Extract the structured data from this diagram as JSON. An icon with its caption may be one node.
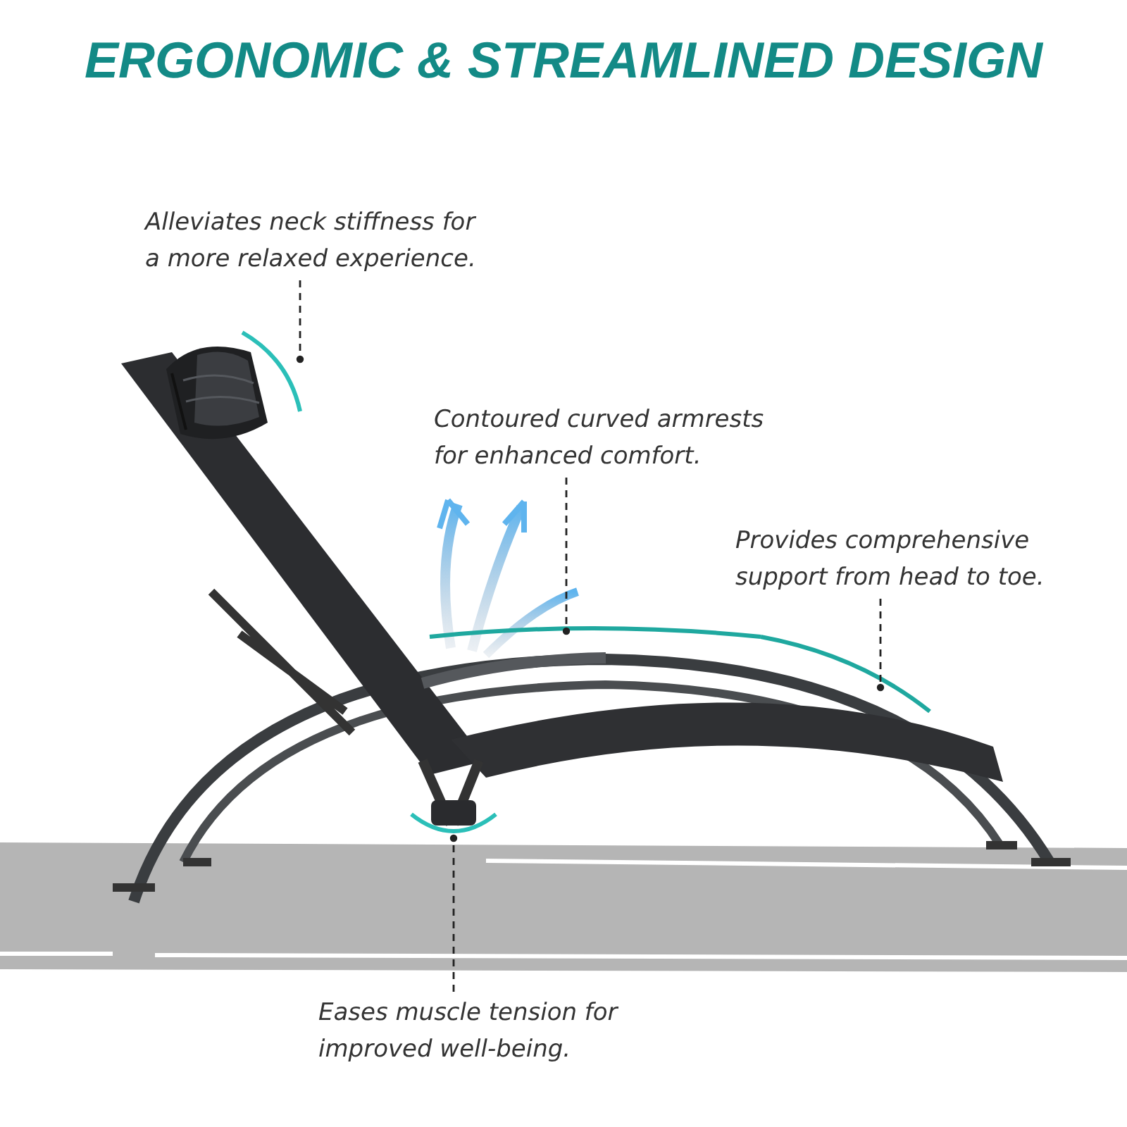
{
  "diagram": {
    "title": "ERGONOMIC & STREAMLINED DESIGN",
    "nodes": [
      {
        "text": [
          "Alleviates neck stiffness for a more relaxed experience."
        ]
      },
      {
        "text": [
          "Contoured curved armrests for enhanced comfort."
        ]
      },
      {
        "text": [
          "Provides comprehensive support from head to toe."
        ]
      },
      {
        "text": [
          "Eases muscle tension for improved well-being."
        ]
      },
      {
        "text": [],
        "shape": "picture"
      },
      {
        "text": [],
        "shape": "picture"
      },
      {
        "text": [],
        "shape": "picture"
      },
      {
        "text": [],
        "shape": "picture"
      }
    ],
    "edges": [
      {
        "from": 0,
        "to": 4,
        "arrow": "other",
        "style": "dashed"
      },
      {
        "from": 1,
        "to": 5,
        "arrow": "other",
        "style": "dashed"
      },
      {
        "from": 2,
        "to": 6,
        "arrow": "other",
        "style": "dashed"
      },
      {
        "from": 3,
        "to": 7,
        "arrow": "other",
        "style": "dashed"
      }
    ]
  }
}
